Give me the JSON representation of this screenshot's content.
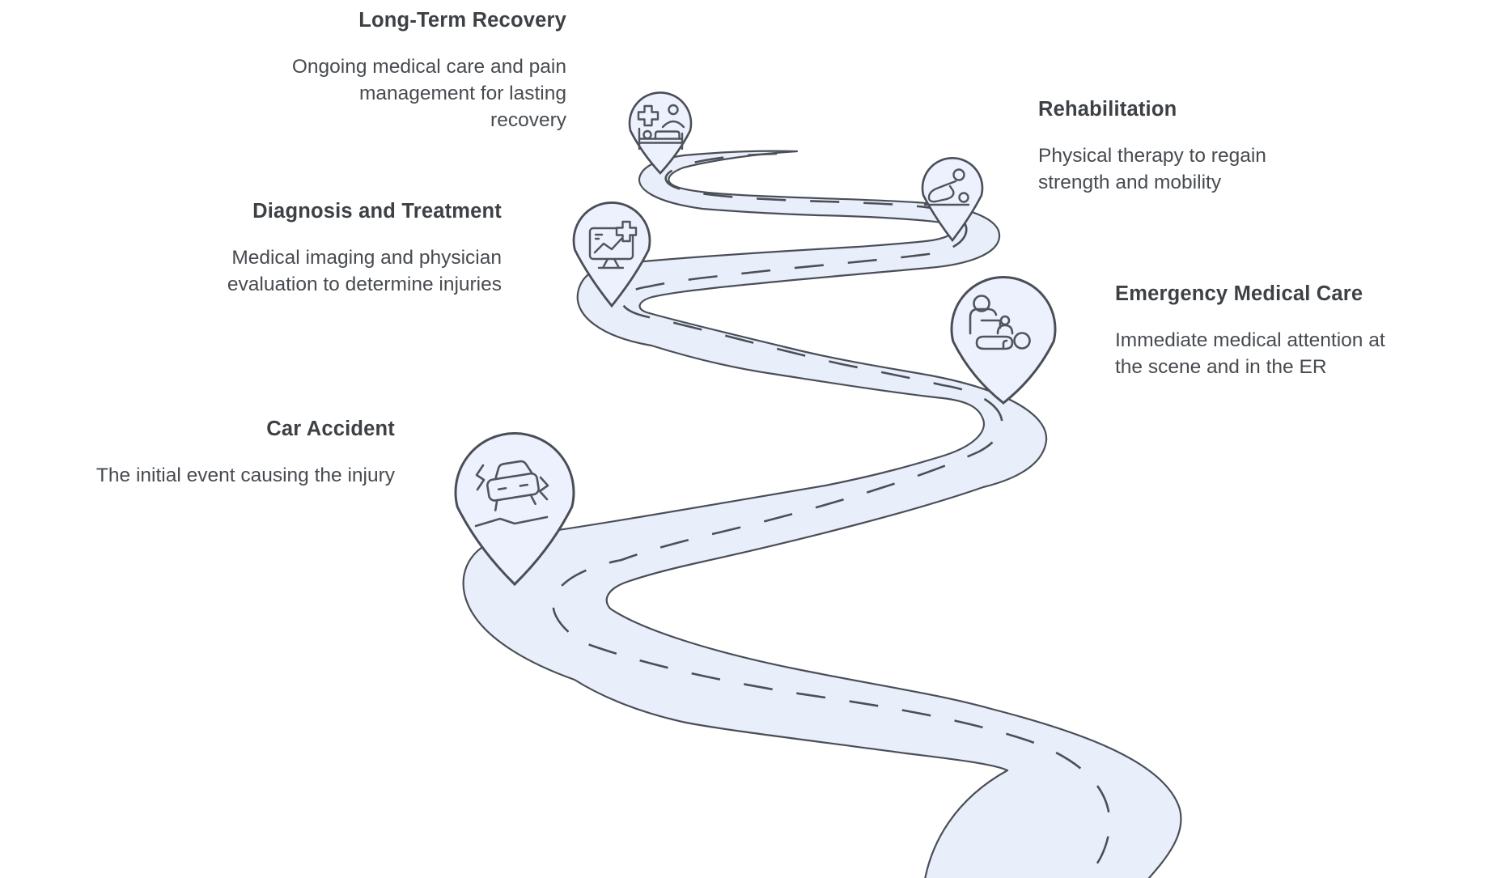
{
  "page": {
    "background": "#ffffff"
  },
  "roadmap": {
    "road_fill": "#e9eefb",
    "road_outline": "#4a4e56",
    "dash_color": "#4b4f57",
    "pin_fill": "#edf1fd",
    "pin_outline": "#4a4e56",
    "icon_stroke": "#50545c",
    "heading_color": "#3d4145",
    "body_color": "#474b50"
  },
  "milestones": [
    {
      "id": "car-accident",
      "title": "Car Accident",
      "description": "The initial event causing the injury",
      "icon": "car-crash-icon"
    },
    {
      "id": "emergency-medical-care",
      "title": "Emergency Medical Care",
      "description": "Immediate medical attention at the scene and in the ER",
      "icon": "cpr-first-aid-icon"
    },
    {
      "id": "diagnosis-and-treatment",
      "title": "Diagnosis and Treatment",
      "description": "Medical imaging and physician evaluation to determine injuries",
      "icon": "medical-monitor-icon"
    },
    {
      "id": "rehabilitation",
      "title": "Rehabilitation",
      "description": "Physical therapy to regain strength and mobility",
      "icon": "physical-therapy-icon"
    },
    {
      "id": "long-term-recovery",
      "title": "Long-Term Recovery",
      "description": "Ongoing medical care and pain management for lasting recovery",
      "icon": "hospital-bed-icon"
    }
  ]
}
